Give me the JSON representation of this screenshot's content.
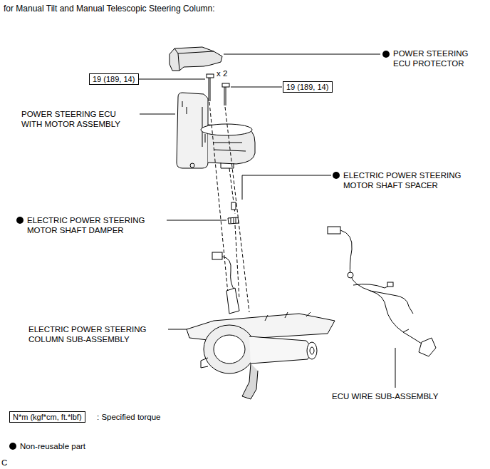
{
  "diagram": {
    "title": "for Manual Tilt and Manual Telescopic Steering Column:",
    "nodes": [
      {
        "text": [
          "19 (189, 14)"
        ]
      },
      {
        "text": [
          "19 (189, 14)"
        ]
      },
      {
        "text": [
          "N*m (kgf*cm, ft.*lbf)"
        ]
      }
    ],
    "labels": [
      "POWER STEERING ECU PROTECTOR",
      "x 2",
      "POWER STEERING ECU WITH MOTOR ASSEMBLY",
      "ELECTRIC POWER STEERING MOTOR SHAFT SPACER",
      "ELECTRIC POWER STEERING MOTOR SHAFT DAMPER",
      "ELECTRIC POWER STEERING COLUMN SUB-ASSEMBLY",
      "ECU WIRE SUB-ASSEMBLY",
      "C"
    ],
    "legend": [
      {
        "text": ": Specified torque"
      },
      {
        "text": "Non-reusable part"
      }
    ]
  }
}
